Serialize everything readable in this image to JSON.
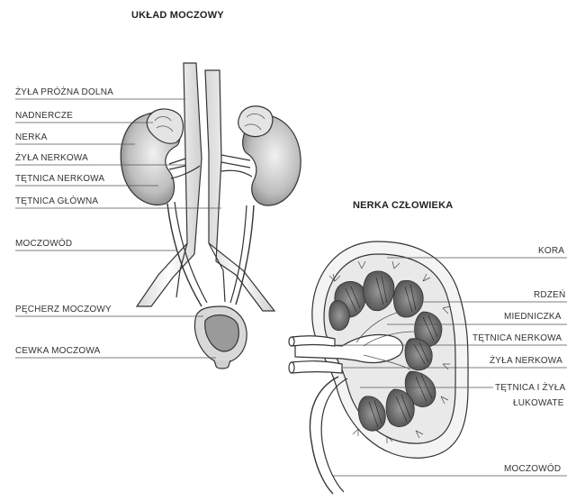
{
  "diagram": {
    "title_left": "UKŁAD MOCZOWY",
    "title_right": "NERKA CZŁOWIEKA",
    "left_labels": [
      "ŻYŁA PRÓŻNA DOLNA",
      "NADNERCZE",
      "NERKA",
      "ŻYŁA NERKOWA",
      "TĘTNICA NERKOWA",
      "TĘTNICA GŁÓWNA",
      "MOCZOWÓD",
      "PĘCHERZ MOCZOWY",
      "CEWKA MOCZOWA"
    ],
    "right_labels": [
      "KORA",
      "RDZEŃ",
      "MIEDNICZKA",
      "TĘTNICA NERKOWA",
      "ŻYŁA NERKOWA",
      "TĘTNICA I ŻYŁA",
      "ŁUKOWATE",
      "MOCZOWÓD"
    ]
  }
}
